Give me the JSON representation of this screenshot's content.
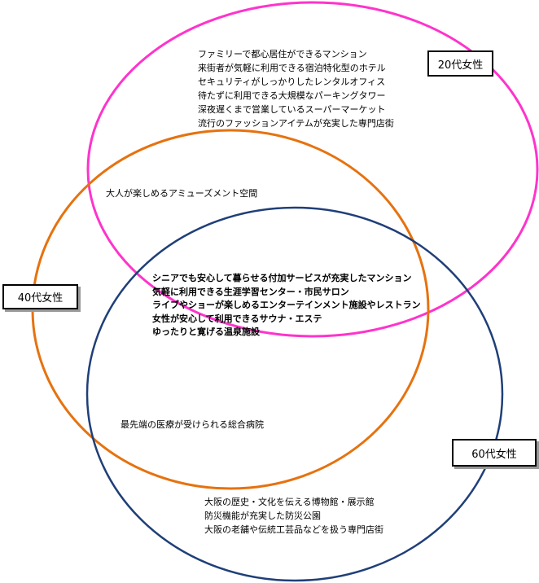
{
  "groups": {
    "twenties": {
      "label": "20代女性",
      "color": "#ff33cc"
    },
    "forties": {
      "label": "40代女性",
      "color": "#e6720f"
    },
    "sixties": {
      "label": "60代女性",
      "color": "#1f3f78"
    }
  },
  "twenties_only": [
    "ファミリーで都心居住ができるマンション",
    "来街者が気軽に利用できる宿泊特化型のホテル",
    "セキュリティがしっかりしたレンタルオフィス",
    "待たずに利用できる大規模なパーキングタワー",
    "深夜遅くまで営業しているスーパーマーケット",
    "流行のファッションアイテムが充実した専門店街"
  ],
  "twenties_forties": [
    "大人が楽しめるアミューズメント空間"
  ],
  "all_three": [
    "シニアでも安心して暮らせる付加サービスが充実したマンション",
    "気軽に利用できる生涯学習センター・市民サロン",
    "ライブやショーが楽しめるエンターテインメント施設やレストラン",
    "女性が安心して利用できるサウナ・エステ",
    "ゆったりと寛げる温泉施設"
  ],
  "forties_sixties": [
    "最先端の医療が受けられる総合病院"
  ],
  "sixties_only": [
    "大阪の歴史・文化を伝える博物館・展示館",
    "防災機能が充実した防災公園",
    "大阪の老舗や伝統工芸品などを扱う専門店街"
  ]
}
